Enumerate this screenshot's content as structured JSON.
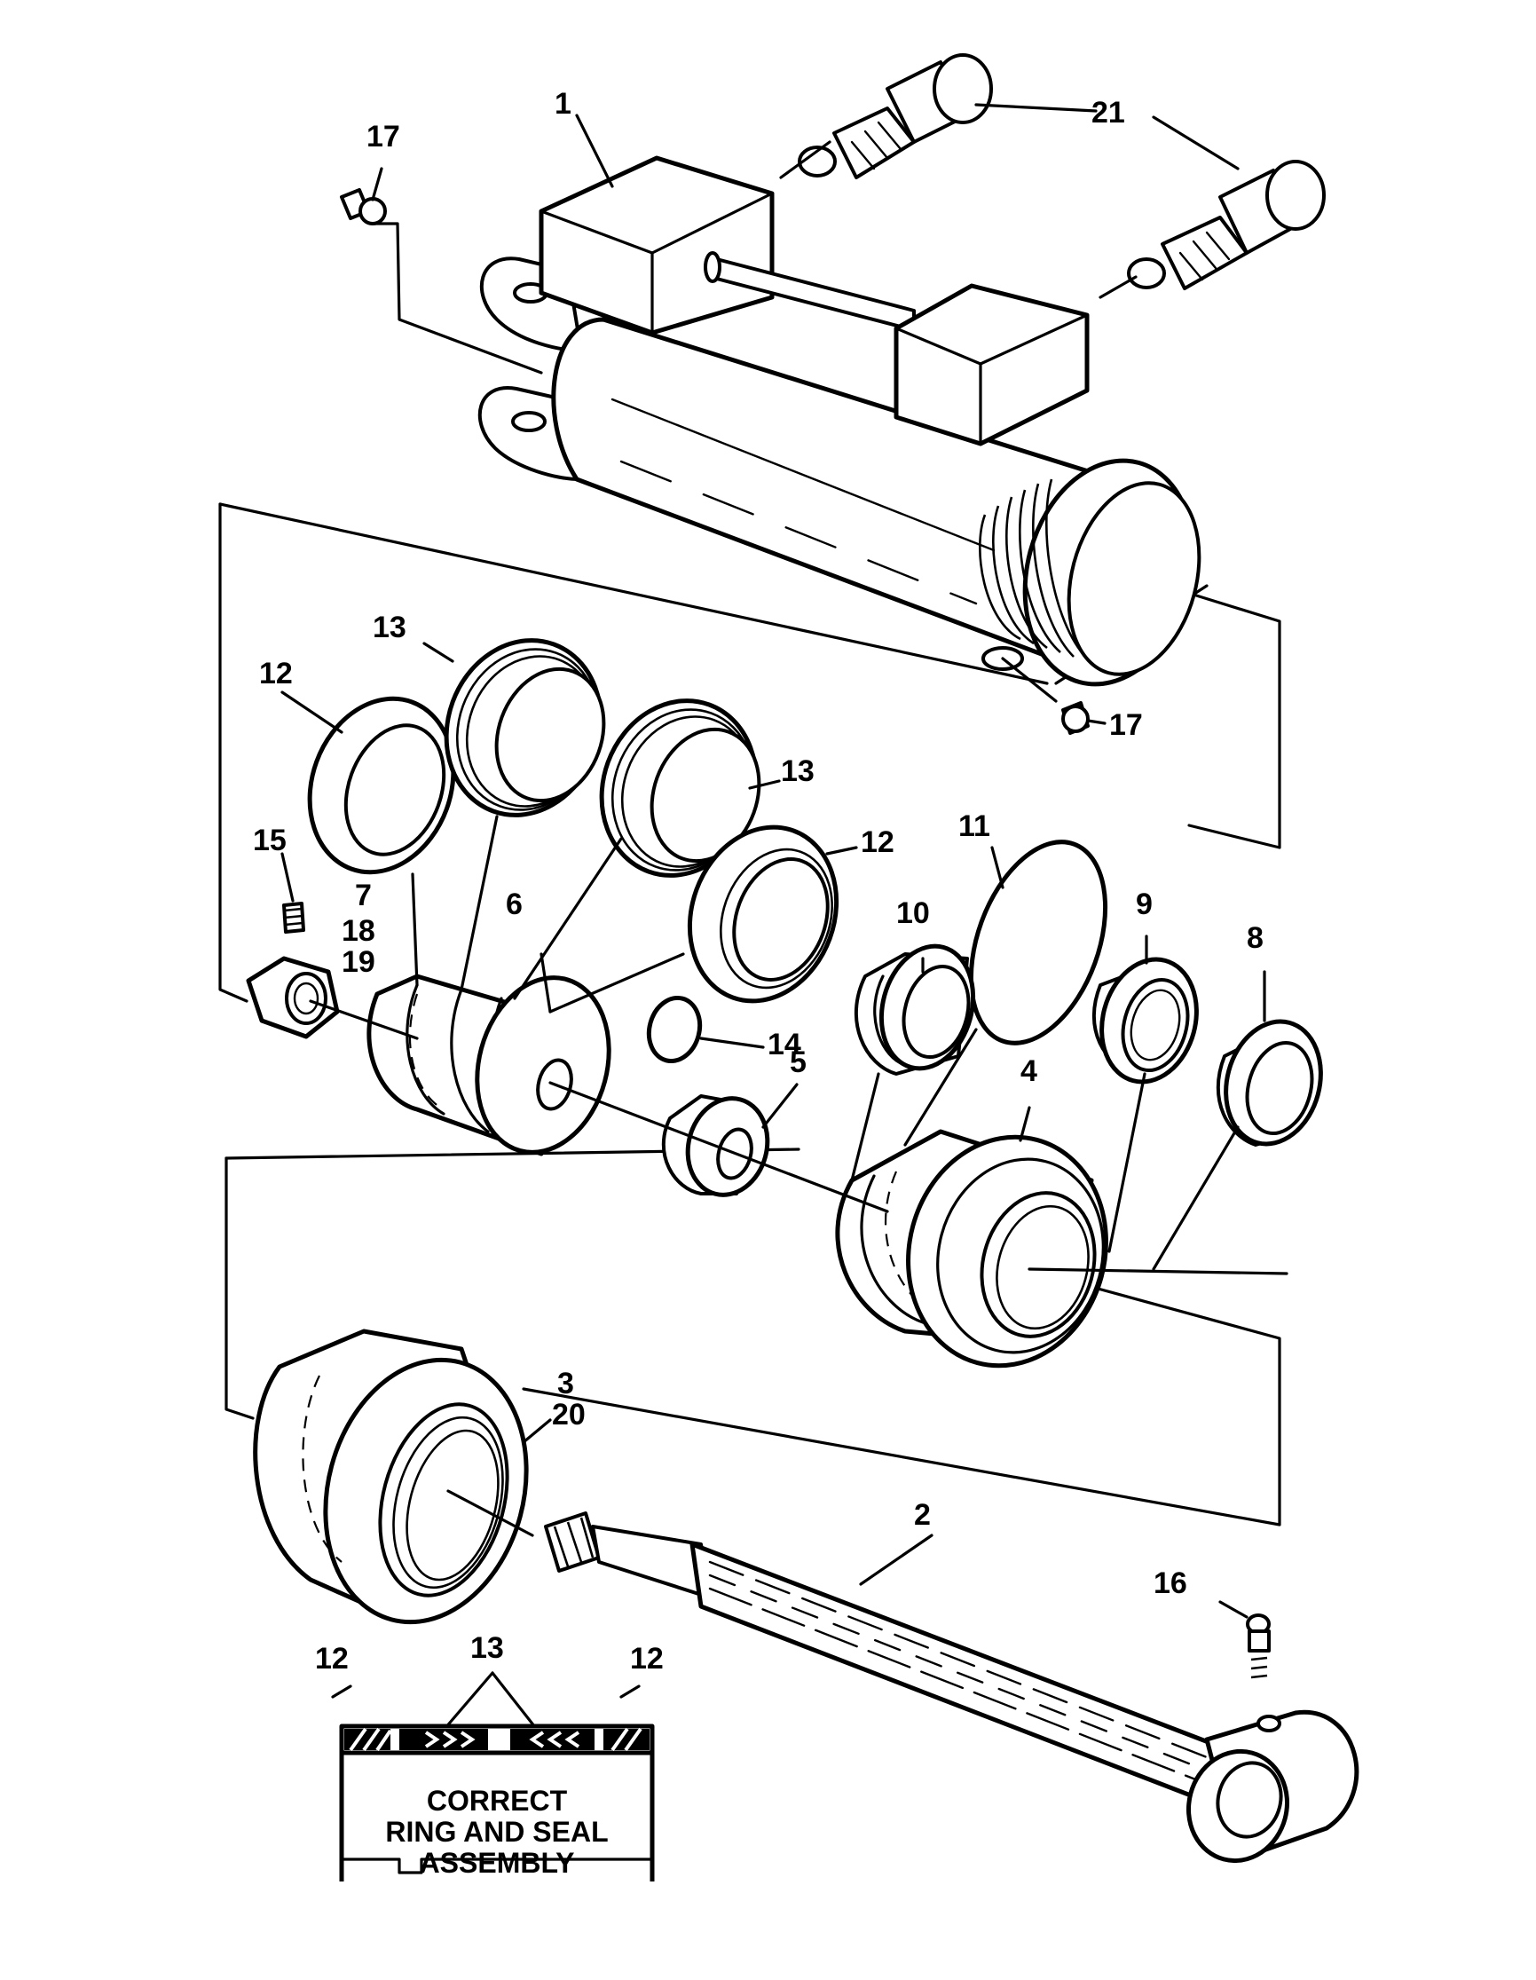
{
  "diagram": {
    "callouts": {
      "c1": "1",
      "c2": "2",
      "c3": "3",
      "c20": "20",
      "c4": "4",
      "c5": "5",
      "c6": "6",
      "c7": "7",
      "c8": "8",
      "c9": "9",
      "c10": "10",
      "c11": "11",
      "c12a": "12",
      "c12b": "12",
      "c12c": "12",
      "c12d": "12",
      "c13a": "13",
      "c13b": "13",
      "c13c": "13",
      "c14": "14",
      "c15": "15",
      "c16": "16",
      "c17a": "17",
      "c17b": "17",
      "c18": "18",
      "c19": "19",
      "c21": "21"
    },
    "inset": {
      "line1": "CORRECT",
      "line2": "RING AND SEAL",
      "line3": "ASSEMBLY"
    }
  }
}
